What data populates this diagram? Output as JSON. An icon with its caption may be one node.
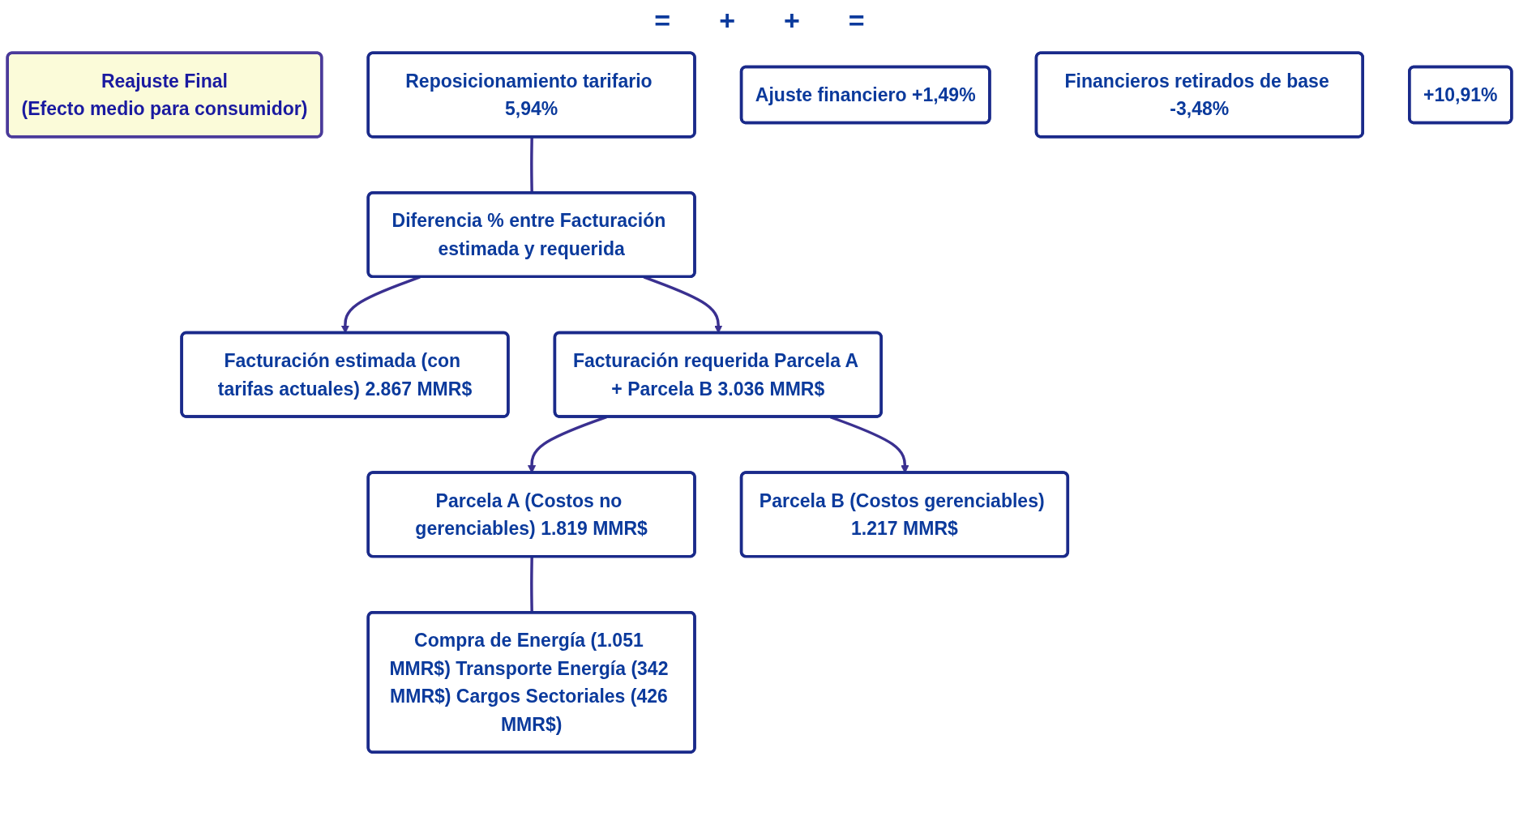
{
  "diagram": {
    "nodes": [
      {
        "text": [
          "Reajuste Final",
          "(Efecto medio para consumidor)"
        ]
      },
      {
        "text": [
          "Reposicionamiento tarifario 5,94%"
        ]
      },
      {
        "text": [
          "Ajuste financiero +1,49%"
        ]
      },
      {
        "text": [
          "Financieros retirados de base -3,48%"
        ]
      },
      {
        "text": [
          "+10,91%"
        ]
      },
      {
        "text": [
          "Diferencia % entre Facturación estimada y requerida"
        ]
      },
      {
        "text": [
          "Facturación estimada (con tarifas actuales) 2.867 MMR$"
        ]
      },
      {
        "text": [
          "Facturación requerida Parcela A + Parcela B 3.036 MMR$"
        ]
      },
      {
        "text": [
          "Parcela A (Costos no gerenciables) 1.819 MMR$"
        ]
      },
      {
        "text": [
          "Parcela B (Costos gerenciables) 1.217 MMR$"
        ]
      },
      {
        "text": [
          "Compra de Energía (1.051 MMR$) Transporte Energía (342 MMR$) Cargos Sectoriales (426 MMR$)"
        ]
      }
    ],
    "edges": [
      {
        "from": 1,
        "to": 5,
        "arrow": "none"
      },
      {
        "from": 5,
        "to": 6,
        "arrow": "to"
      },
      {
        "from": 5,
        "to": 7,
        "arrow": "to"
      },
      {
        "from": 7,
        "to": 8,
        "arrow": "to"
      },
      {
        "from": 7,
        "to": 9,
        "arrow": "to"
      },
      {
        "from": 8,
        "to": 10,
        "arrow": "none"
      }
    ],
    "labels": [
      "=",
      "+",
      "+",
      "="
    ]
  }
}
